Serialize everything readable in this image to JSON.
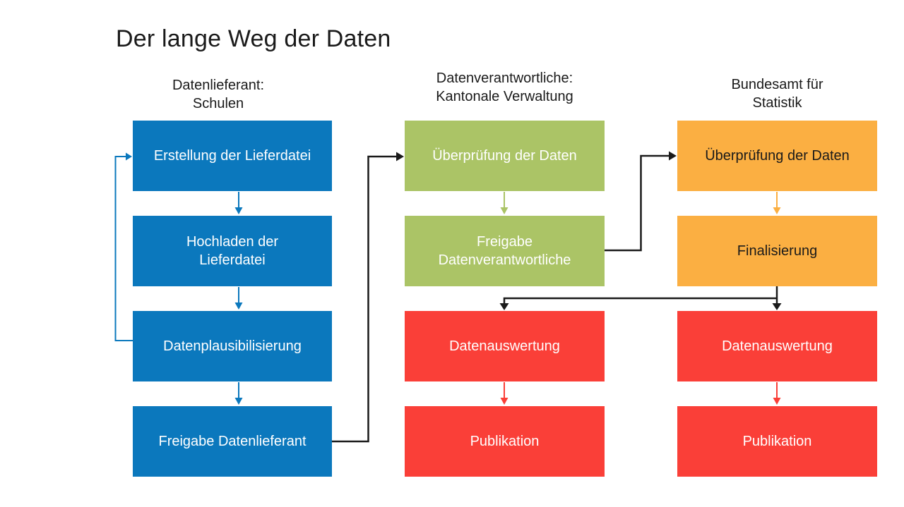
{
  "title": "Der lange Weg der Daten",
  "colors": {
    "blue": "#0B78BD",
    "green": "#ABC466",
    "orange": "#FBAF42",
    "red": "#FA3F38",
    "black": "#1a1a1a",
    "white": "#ffffff",
    "background": "#ffffff"
  },
  "columns": [
    {
      "header": "Datenlieferant:\nSchulen",
      "boxes": [
        {
          "label": "Erstellung der Lieferdatei",
          "color": "blue",
          "text_color": "white"
        },
        {
          "label": "Hochladen der\nLieferdatei",
          "color": "blue",
          "text_color": "white"
        },
        {
          "label": "Datenplausibilisierung",
          "color": "blue",
          "text_color": "white"
        },
        {
          "label": "Freigabe Datenlieferant",
          "color": "blue",
          "text_color": "white"
        }
      ]
    },
    {
      "header": "Datenverantwortliche:\nKantonale Verwaltung",
      "boxes": [
        {
          "label": "Überprüfung der Daten",
          "color": "green",
          "text_color": "white"
        },
        {
          "label": "Freigabe\nDatenverantwortliche",
          "color": "green",
          "text_color": "white"
        },
        {
          "label": "Datenauswertung",
          "color": "red",
          "text_color": "white"
        },
        {
          "label": "Publikation",
          "color": "red",
          "text_color": "white"
        }
      ]
    },
    {
      "header": "Bundesamt für\nStatistik",
      "boxes": [
        {
          "label": "Überprüfung der Daten",
          "color": "orange",
          "text_color": "black"
        },
        {
          "label": "Finalisierung",
          "color": "orange",
          "text_color": "black"
        },
        {
          "label": "Datenauswertung",
          "color": "red",
          "text_color": "white"
        },
        {
          "label": "Publikation",
          "color": "red",
          "text_color": "white"
        }
      ]
    }
  ],
  "flow": [
    {
      "from": "Erstellung der Lieferdatei",
      "to": "Hochladen der Lieferdatei",
      "color": "blue"
    },
    {
      "from": "Hochladen der Lieferdatei",
      "to": "Datenplausibilisierung",
      "color": "blue"
    },
    {
      "from": "Datenplausibilisierung",
      "to": "Freigabe Datenlieferant",
      "color": "blue"
    },
    {
      "from": "Datenplausibilisierung",
      "to": "Erstellung der Lieferdatei",
      "color": "blue",
      "type": "feedback-loop"
    },
    {
      "from": "Freigabe Datenlieferant",
      "to": "Überprüfung der Daten (Kantonale Verwaltung)",
      "color": "black"
    },
    {
      "from": "Überprüfung der Daten (Kantonale Verwaltung)",
      "to": "Freigabe Datenverantwortliche",
      "color": "green"
    },
    {
      "from": "Freigabe Datenverantwortliche",
      "to": "Überprüfung der Daten (Bundesamt für Statistik)",
      "color": "black"
    },
    {
      "from": "Überprüfung der Daten (Bundesamt für Statistik)",
      "to": "Finalisierung",
      "color": "orange"
    },
    {
      "from": "Finalisierung",
      "to": "Datenauswertung (Bundesamt für Statistik)",
      "color": "black"
    },
    {
      "from": "Finalisierung",
      "to": "Datenauswertung (Kantonale Verwaltung)",
      "color": "black"
    },
    {
      "from": "Datenauswertung (Kantonale Verwaltung)",
      "to": "Publikation (Kantonale Verwaltung)",
      "color": "red"
    },
    {
      "from": "Datenauswertung (Bundesamt für Statistik)",
      "to": "Publikation (Bundesamt für Statistik)",
      "color": "red"
    }
  ]
}
